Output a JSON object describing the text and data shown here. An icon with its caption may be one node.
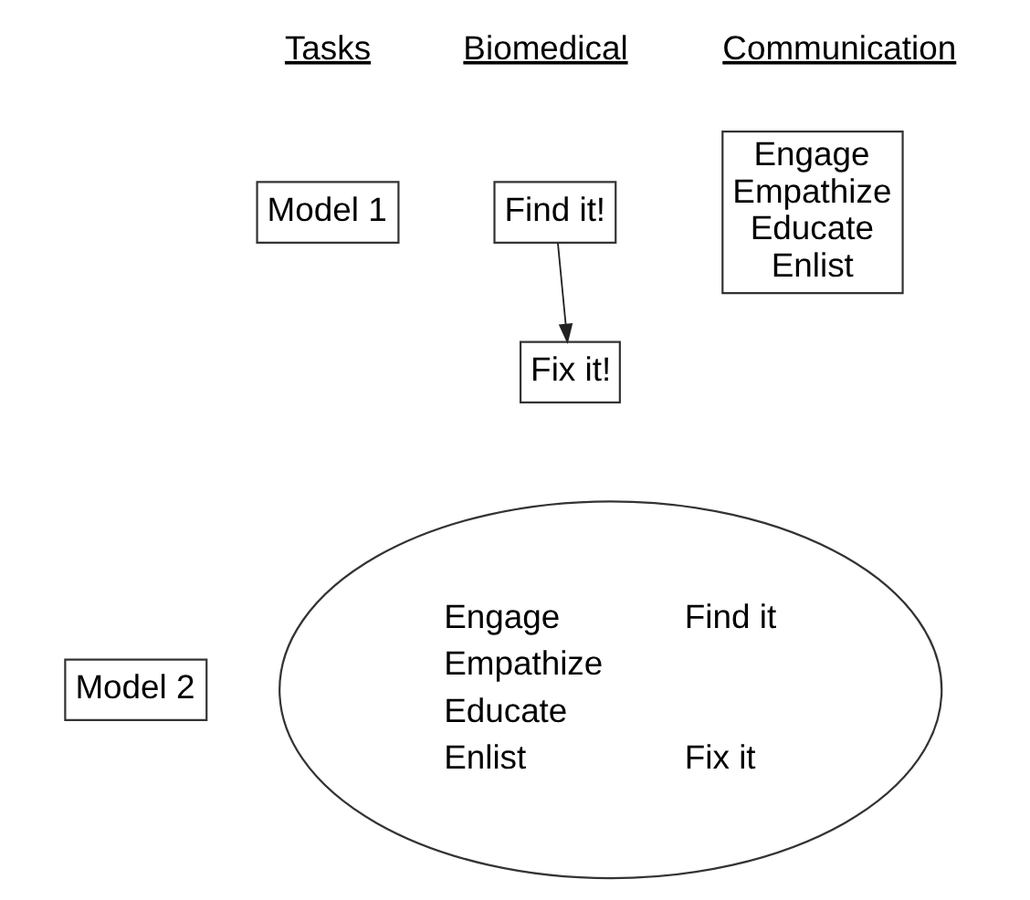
{
  "diagram": {
    "nodes": [
      {
        "text": [
          "Model 1"
        ]
      },
      {
        "text": [
          "Find it!"
        ]
      },
      {
        "text": [
          "Fix it!"
        ]
      },
      {
        "text": [
          "Engage Empathize Educate Enlist"
        ]
      },
      {
        "text": [
          "Model 2"
        ]
      },
      {
        "text": [
          "Engage Empathize Educate Enlist",
          "Find it",
          "Fix it"
        ]
      }
    ],
    "edges": [
      {
        "from": 1,
        "to": 2,
        "arrow": "to"
      }
    ],
    "labels": [
      "Tasks",
      "Biomedical",
      "Communication"
    ]
  }
}
